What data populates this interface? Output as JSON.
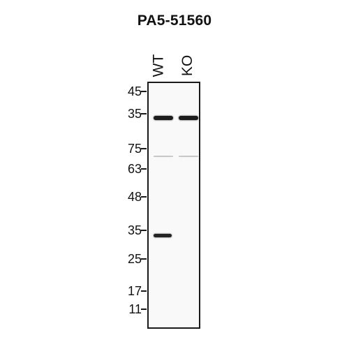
{
  "title": "PA5-51560",
  "lanes": [
    "WT",
    "KO"
  ],
  "markers": [
    "45",
    "35",
    "75",
    "63",
    "48",
    "35",
    "25",
    "17",
    "11"
  ],
  "colors": {
    "band_strong": "#1c1c1c",
    "band_faint": "#c8c8c8",
    "membrane": "#f9f9f9"
  }
}
